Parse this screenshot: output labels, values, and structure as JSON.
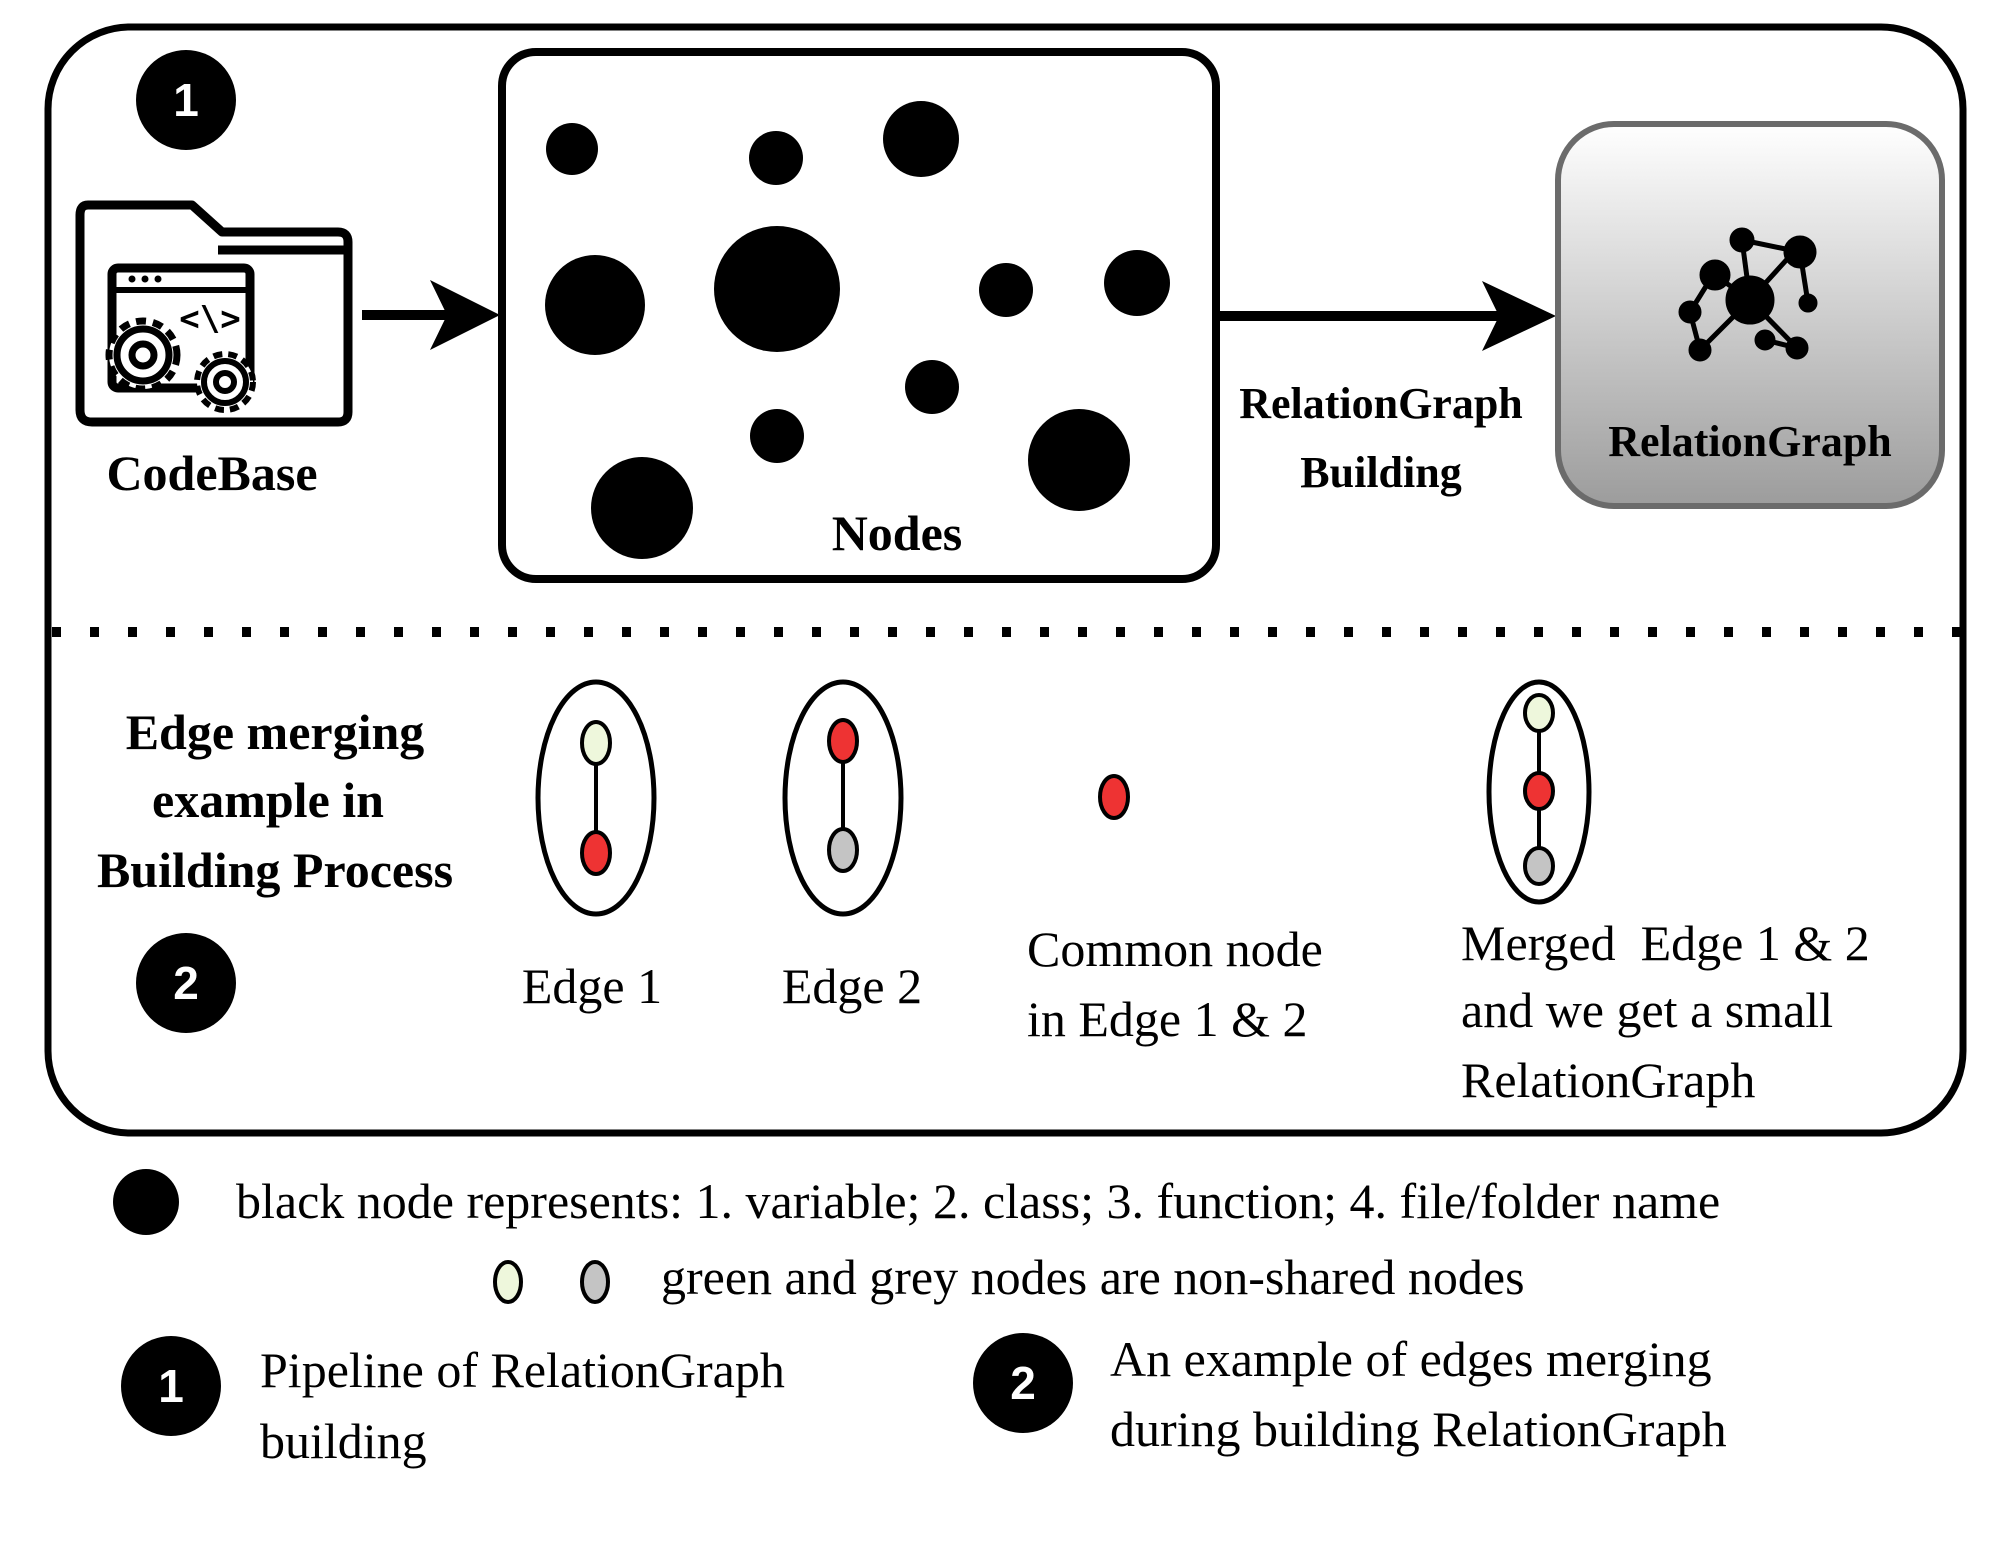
{
  "badges": {
    "one": "1",
    "two": "2"
  },
  "pipeline": {
    "codebase_label": "CodeBase",
    "nodes_label": "Nodes",
    "building_label_line1": "RelationGraph",
    "building_label_line2": "Building",
    "relationgraph_label": "RelationGraph"
  },
  "merging": {
    "title_line1": "Edge merging",
    "title_line2": "example in",
    "title_line3": "Building Process",
    "edge1_label": "Edge 1",
    "edge2_label": "Edge 2",
    "common_line1": "Common node",
    "common_line2": "in Edge 1 & 2",
    "merged_line1": "Merged  Edge 1 & 2",
    "merged_line2": "and we get a small",
    "merged_line3": "RelationGraph"
  },
  "legend": {
    "black_node": "black node represents: 1. variable; 2. class; 3. function; 4. file/folder name",
    "green_grey_nodes": "green and grey nodes are non-shared nodes",
    "item1_line1": "Pipeline of RelationGraph",
    "item1_line2": "building",
    "item2_line1": "An example of edges merging",
    "item2_line2": "during building RelationGraph"
  },
  "colors": {
    "black": "#000000",
    "red_node": "#ee3333",
    "green_node": "#eef7dc",
    "grey_node": "#c4c4c4",
    "relationgraph_box_top": "#ffffff",
    "relationgraph_box_bottom": "#9c9c9c"
  }
}
